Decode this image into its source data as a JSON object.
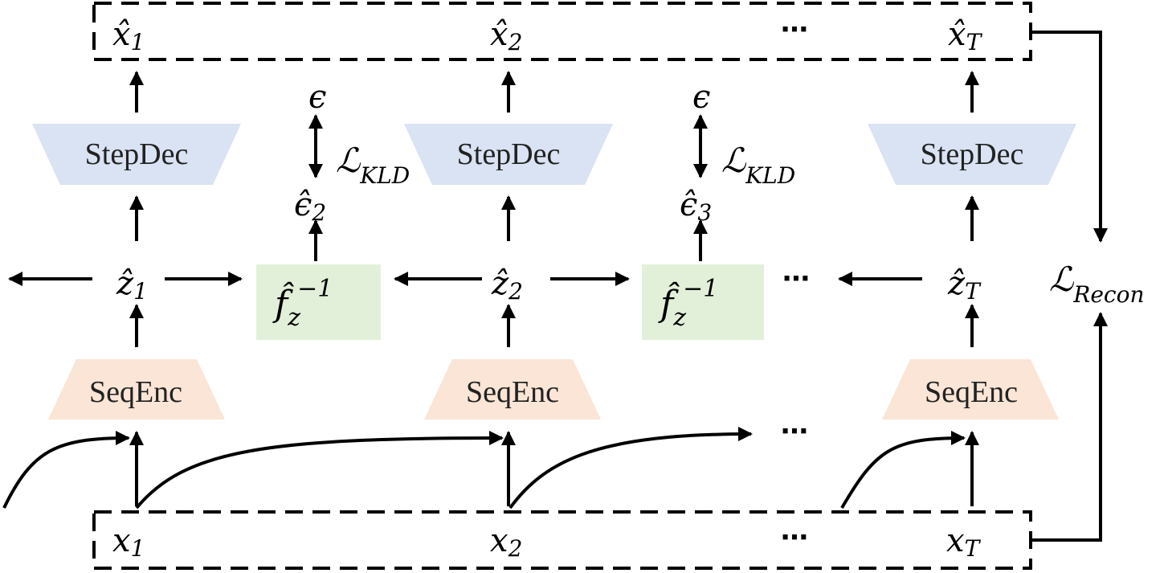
{
  "blocks": {
    "step_dec": "StepDec",
    "seq_enc": "SeqEnc"
  },
  "symbols": {
    "x_hat": "x̂",
    "x": "x",
    "z_hat": "ẑ",
    "epsilon": "ϵ",
    "epsilon_hat": "ϵ̂",
    "f_hat": "f̂",
    "f_hat_sub": "z",
    "f_hat_sup": "−1",
    "loss": "ℒ"
  },
  "indices": {
    "one": "1",
    "two": "2",
    "three": "3",
    "T": "T"
  },
  "losses": {
    "kld": "KLD",
    "recon": "Recon"
  },
  "ellipsis": "⋯",
  "colors": {
    "step_dec_fill": "#dae3f3",
    "seq_enc_fill": "#fbe5d6",
    "flow_fill": "#e2f0d9",
    "stroke": "#000000"
  }
}
